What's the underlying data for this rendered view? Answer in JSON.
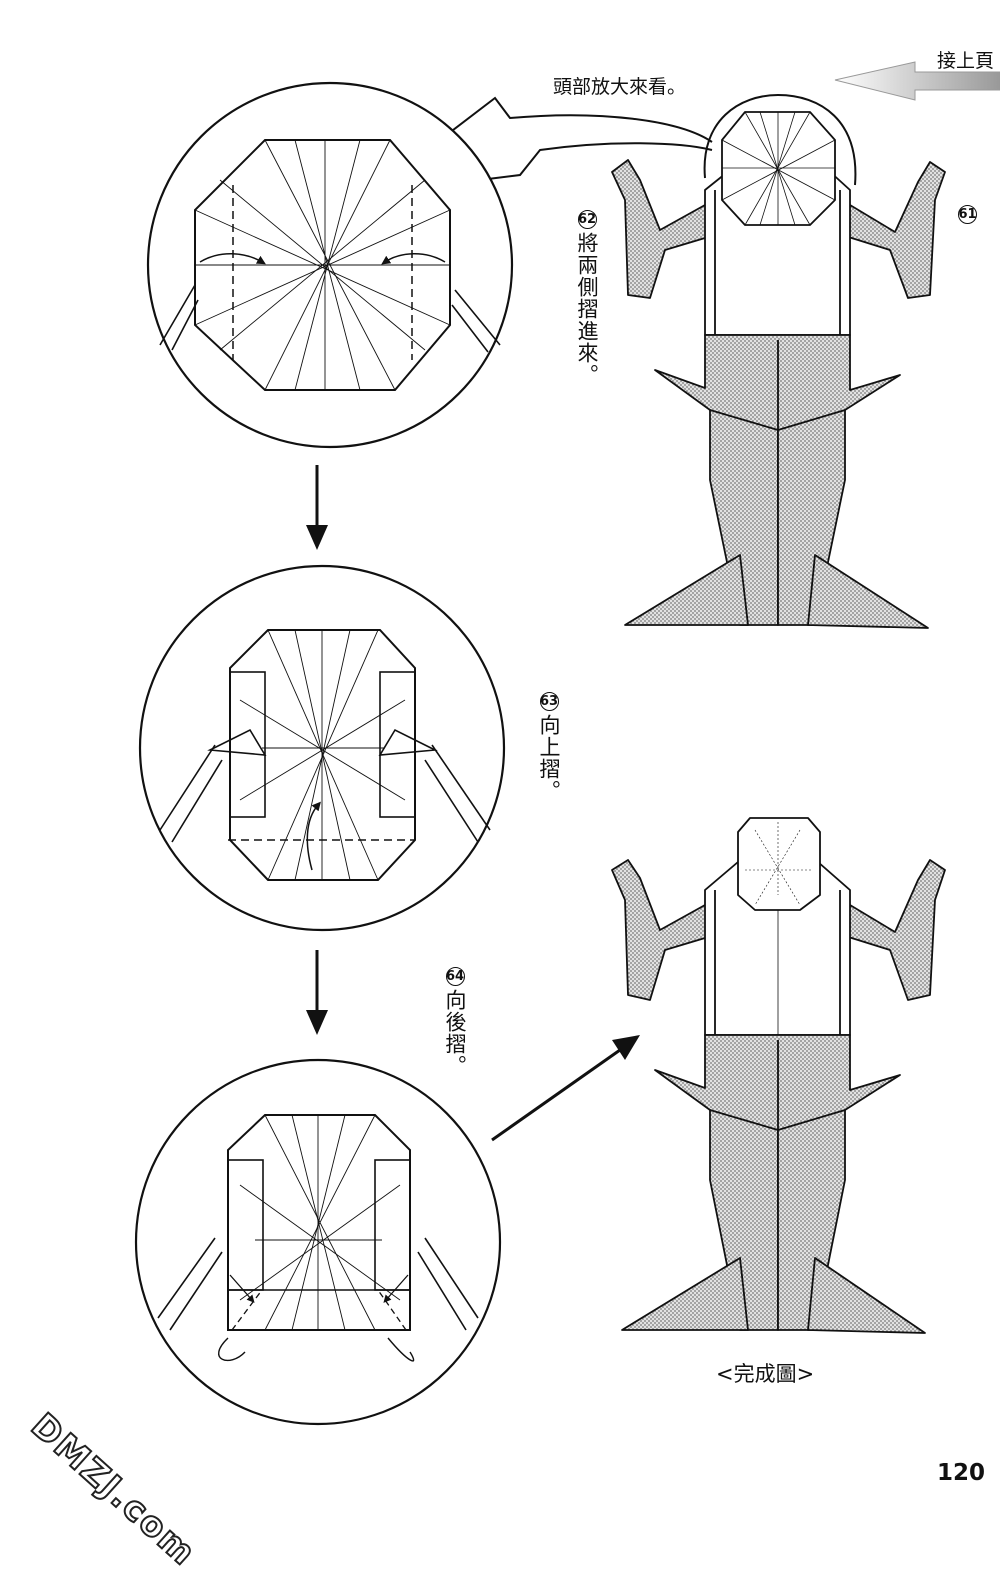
{
  "nav": {
    "continue_label": "接上頁"
  },
  "header": {
    "zoom_caption": "頭部放大來看。"
  },
  "steps": [
    {
      "number": "61",
      "text": ""
    },
    {
      "number": "62",
      "text": "將兩側摺進來。"
    },
    {
      "number": "63",
      "text": "向上摺。"
    },
    {
      "number": "64",
      "text": "向後摺。"
    }
  ],
  "final": {
    "caption": "<完成圖>"
  },
  "page": {
    "number": "120"
  },
  "watermark": {
    "text": "DMZJ.com"
  },
  "colors": {
    "ink": "#111111",
    "paper_fill": "#cfcfcf",
    "background": "#ffffff"
  }
}
